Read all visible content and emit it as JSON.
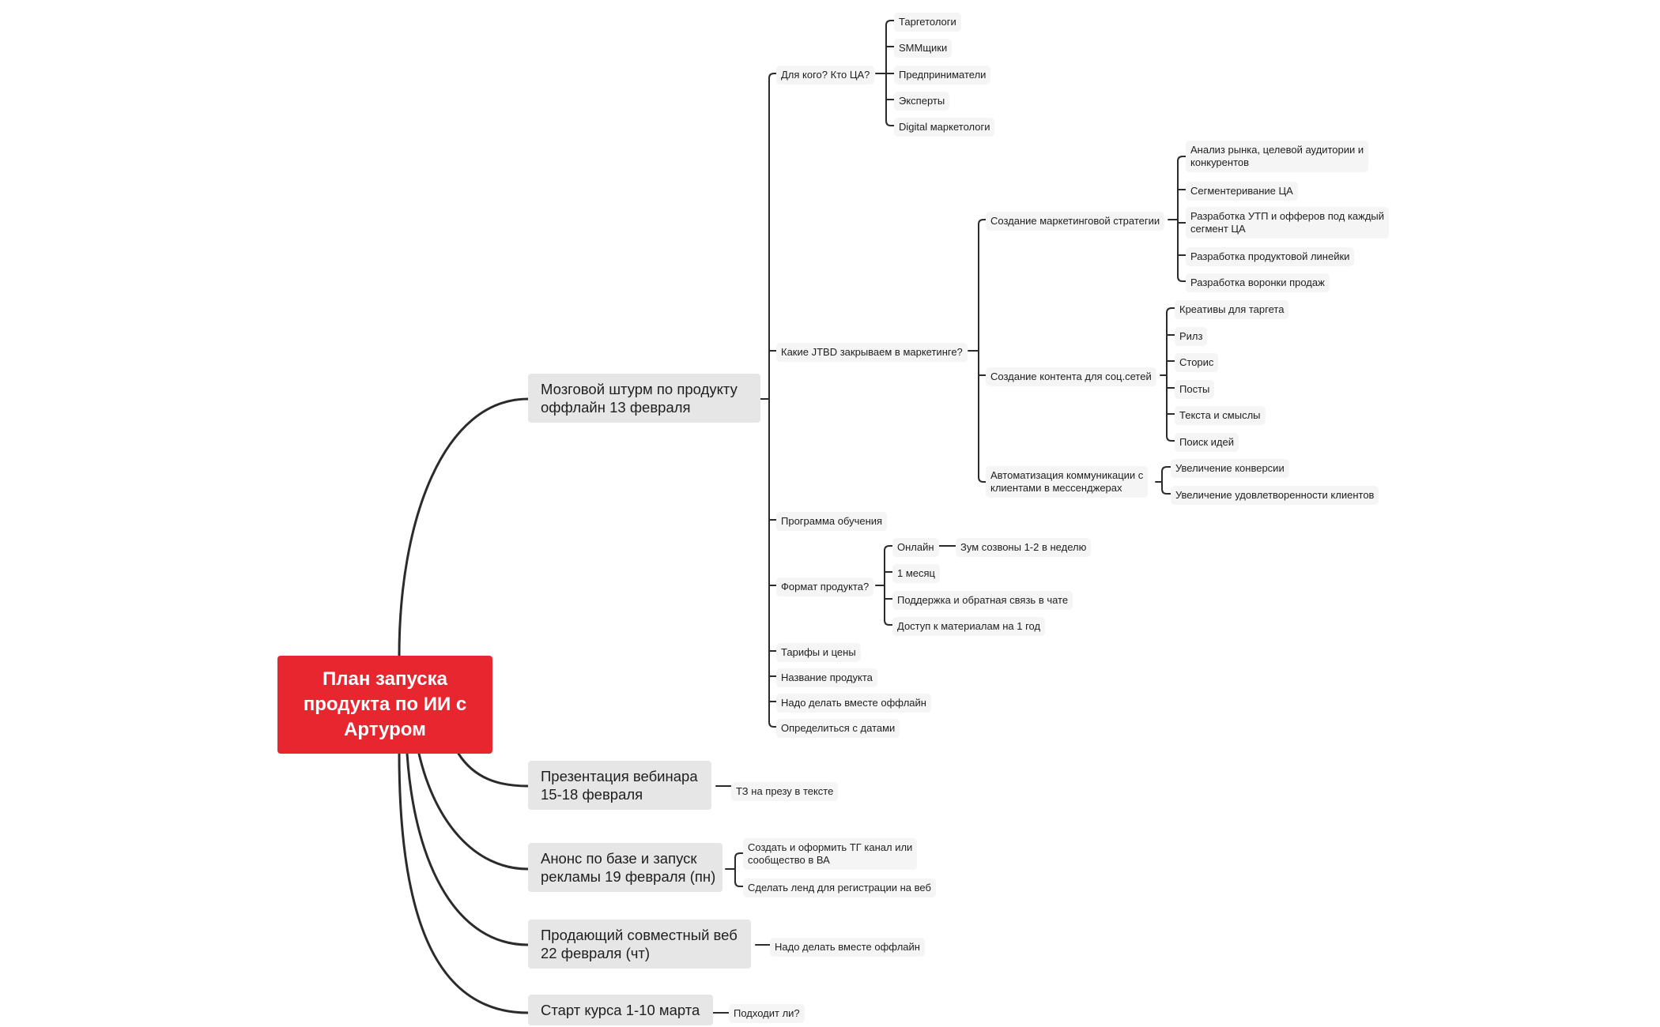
{
  "root": {
    "line1": "План запуска",
    "line2": "продукта по ИИ с",
    "line3": "Артуром"
  },
  "branches": {
    "brainstorm": {
      "line1": "Мозговой штурм по продукту",
      "line2": "оффлайн 13 февраля"
    },
    "presentation": {
      "line1": "Презентация вебинара",
      "line2": "15-18 февраля"
    },
    "announce": {
      "line1": "Анонс по базе и запуск",
      "line2": "рекламы 19 февраля (пн)"
    },
    "selling_web": {
      "line1": "Продающий совместный веб",
      "line2": "22 февраля (чт)"
    },
    "course_start": {
      "line1": "Старт курса 1-10 марта"
    }
  },
  "brainstorm_items": {
    "audience": "Для кого? Кто ЦА?",
    "audience_list": [
      "Таргетологи",
      "SMMщики",
      "Предприниматели",
      "Эксперты",
      "Digital маркетологи"
    ],
    "jtbd": "Какие JTBD закрываем в маркетинге?",
    "strategy": "Создание маркетинговой стратегии",
    "strategy_list": [
      {
        "line1": "Анализ рынка, целевой аудитории и",
        "line2": "конкурентов"
      },
      {
        "line1": "Сегментеривание ЦА"
      },
      {
        "line1": "Разработка УТП и офферов под каждый",
        "line2": "сегмент ЦА"
      },
      {
        "line1": "Разработка продуктовой линейки"
      },
      {
        "line1": "Разработка воронки продаж"
      }
    ],
    "content": "Создание контента для соц.сетей",
    "content_list": [
      "Креативы для таргета",
      "Рилз",
      "Сторис",
      "Посты",
      "Текста и смыслы",
      "Поиск идей"
    ],
    "automation": {
      "line1": "Автоматизация коммуникации с",
      "line2": "клиентами в мессенджерах"
    },
    "automation_list": [
      "Увеличение конверсии",
      "Увеличение удовлетворенности клиентов"
    ],
    "program": "Программа обучения",
    "format": "Формат продукта?",
    "format_online": "Онлайн",
    "format_online_detail": "Зум созвоны 1-2 в неделю",
    "format_list": [
      "1 месяц",
      "Поддержка и обратная связь в чате",
      "Доступ к материалам на 1 год"
    ],
    "tariffs": "Тарифы и цены",
    "product_name": "Название продукта",
    "offline_together": "Надо делать вместе оффлайн",
    "dates": "Определиться с датами"
  },
  "presentation_items": [
    "ТЗ на презу в тексте"
  ],
  "announce_items": [
    {
      "line1": "Создать и оформить ТГ канал или",
      "line2": "сообщество в ВА"
    },
    {
      "line1": "Сделать ленд для регистрации на веб"
    }
  ],
  "selling_web_items": [
    "Надо делать вместе оффлайн"
  ],
  "course_start_items": [
    "Подходит ли?"
  ],
  "colors": {
    "root_bg": "#e8262f",
    "line": "#2b2b2b",
    "main_bg": "#e6e6e6",
    "leaf_bg": "#f5f5f5"
  }
}
